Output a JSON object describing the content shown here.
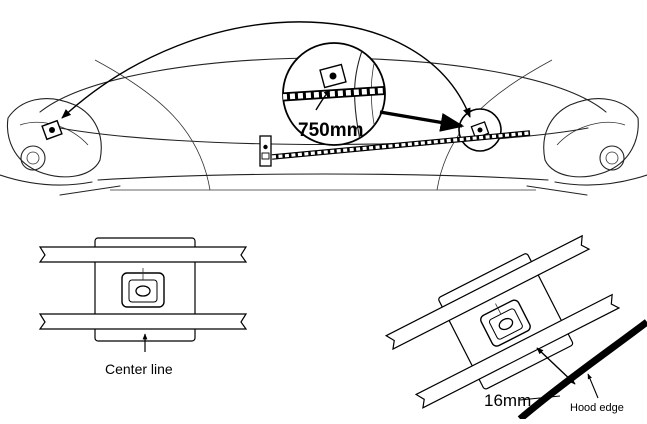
{
  "labels": {
    "distance": "750mm",
    "center_line": "Center line",
    "offset": "16mm",
    "hood_edge": "Hood edge"
  }
}
